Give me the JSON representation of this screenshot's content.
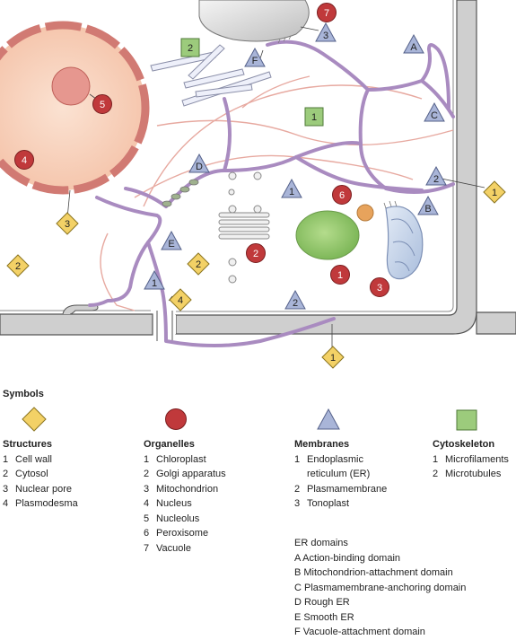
{
  "colors": {
    "structure": "#f3d166",
    "organelle": "#c0393b",
    "membrane": "#a9b5d8",
    "cytoskeleton": "#9ccb7c",
    "er": "#a98bc0",
    "cell_wall": "#c9c9c9"
  },
  "markers": [
    {
      "kind": "organelle",
      "label": "7"
    },
    {
      "kind": "membrane",
      "label": "3"
    },
    {
      "kind": "cytoskeleton",
      "label": "2"
    },
    {
      "kind": "membrane",
      "label": "F"
    },
    {
      "kind": "membrane",
      "label": "A"
    },
    {
      "kind": "organelle",
      "label": "5"
    },
    {
      "kind": "cytoskeleton",
      "label": "1"
    },
    {
      "kind": "membrane",
      "label": "C"
    },
    {
      "kind": "organelle",
      "label": "4"
    },
    {
      "kind": "membrane",
      "label": "D"
    },
    {
      "kind": "membrane",
      "label": "2"
    },
    {
      "kind": "structure",
      "label": "1"
    },
    {
      "kind": "membrane",
      "label": "1"
    },
    {
      "kind": "organelle",
      "label": "6"
    },
    {
      "kind": "membrane",
      "label": "B"
    },
    {
      "kind": "structure",
      "label": "3"
    },
    {
      "kind": "membrane",
      "label": "E"
    },
    {
      "kind": "organelle",
      "label": "2"
    },
    {
      "kind": "structure",
      "label": "2"
    },
    {
      "kind": "structure",
      "label": "2"
    },
    {
      "kind": "organelle",
      "label": "1"
    },
    {
      "kind": "organelle",
      "label": "3"
    },
    {
      "kind": "membrane",
      "label": "1"
    },
    {
      "kind": "structure",
      "label": "4"
    },
    {
      "kind": "membrane",
      "label": "2"
    },
    {
      "kind": "structure",
      "label": "1"
    }
  ],
  "legend": {
    "symbols_title": "Symbols",
    "structures": {
      "title": "Structures",
      "items": [
        {
          "num": "1",
          "text": "Cell wall"
        },
        {
          "num": "2",
          "text": "Cytosol"
        },
        {
          "num": "3",
          "text": "Nuclear pore"
        },
        {
          "num": "4",
          "text": "Plasmodesma"
        }
      ]
    },
    "organelles": {
      "title": "Organelles",
      "items": [
        {
          "num": "1",
          "text": "Chloroplast"
        },
        {
          "num": "2",
          "text": "Golgi apparatus"
        },
        {
          "num": "3",
          "text": "Mitochondrion"
        },
        {
          "num": "4",
          "text": "Nucleus"
        },
        {
          "num": "5",
          "text": "Nucleolus"
        },
        {
          "num": "6",
          "text": "Peroxisome"
        },
        {
          "num": "7",
          "text": "Vacuole"
        }
      ]
    },
    "membranes": {
      "title": "Membranes",
      "items": [
        {
          "num": "1",
          "text": "Endoplasmic",
          "text2": "reticulum (ER)"
        },
        {
          "num": "2",
          "text": "Plasmamembrane"
        },
        {
          "num": "3",
          "text": "Tonoplast"
        }
      ]
    },
    "cytoskeleton": {
      "title": "Cytoskeleton",
      "items": [
        {
          "num": "1",
          "text": "Microfilaments"
        },
        {
          "num": "2",
          "text": "Microtubules"
        }
      ]
    },
    "er_domains": {
      "title": "ER domains",
      "items": [
        "A Action-binding domain",
        "B Mitochondrion-attachment domain",
        "C Plasmamembrane-anchoring domain",
        "D Rough ER",
        "E Smooth ER",
        "F Vacuole-attachment domain"
      ]
    }
  }
}
